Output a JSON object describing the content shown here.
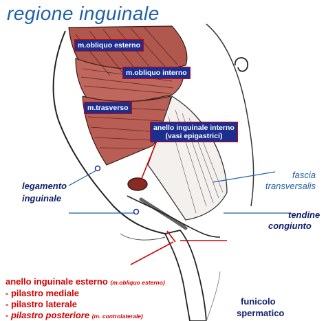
{
  "title": "regione  inguinale",
  "labels": {
    "obliquo_esterno": "m.obliquo esterno",
    "obliquo_interno": "m.obliquo interno",
    "trasverso": "m.trasverso",
    "anello_interno_line1": "anello inguinale interno",
    "anello_interno_line2": "(vasi epigastrici)",
    "fascia_line1": "fascia",
    "fascia_line2": "transversalis",
    "legamento_line1": "legamento",
    "legamento_line2": "inguinale",
    "tendine_line1": "tendine",
    "tendine_line2": "congiunto",
    "funicolo_line1": "funicolo",
    "funicolo_line2": "spermatico"
  },
  "legend": {
    "heading": "anello inguinale esterno",
    "heading_note": "(m.obliquo esterno)",
    "items": [
      {
        "text": "- pilastro mediale",
        "note": ""
      },
      {
        "text": "- pilastro laterale",
        "note": ""
      },
      {
        "text": "- pilastro posteriore",
        "note": "(m. controlaterale)"
      }
    ]
  },
  "colors": {
    "title": "#1f5fa8",
    "muscle": "#b0574e",
    "box_fill": "#1c2f8f",
    "box_border": "#d40000",
    "pointer_red": "#d40000",
    "pointer_blue": "#1f5fa8",
    "legend_red": "#d40000"
  }
}
